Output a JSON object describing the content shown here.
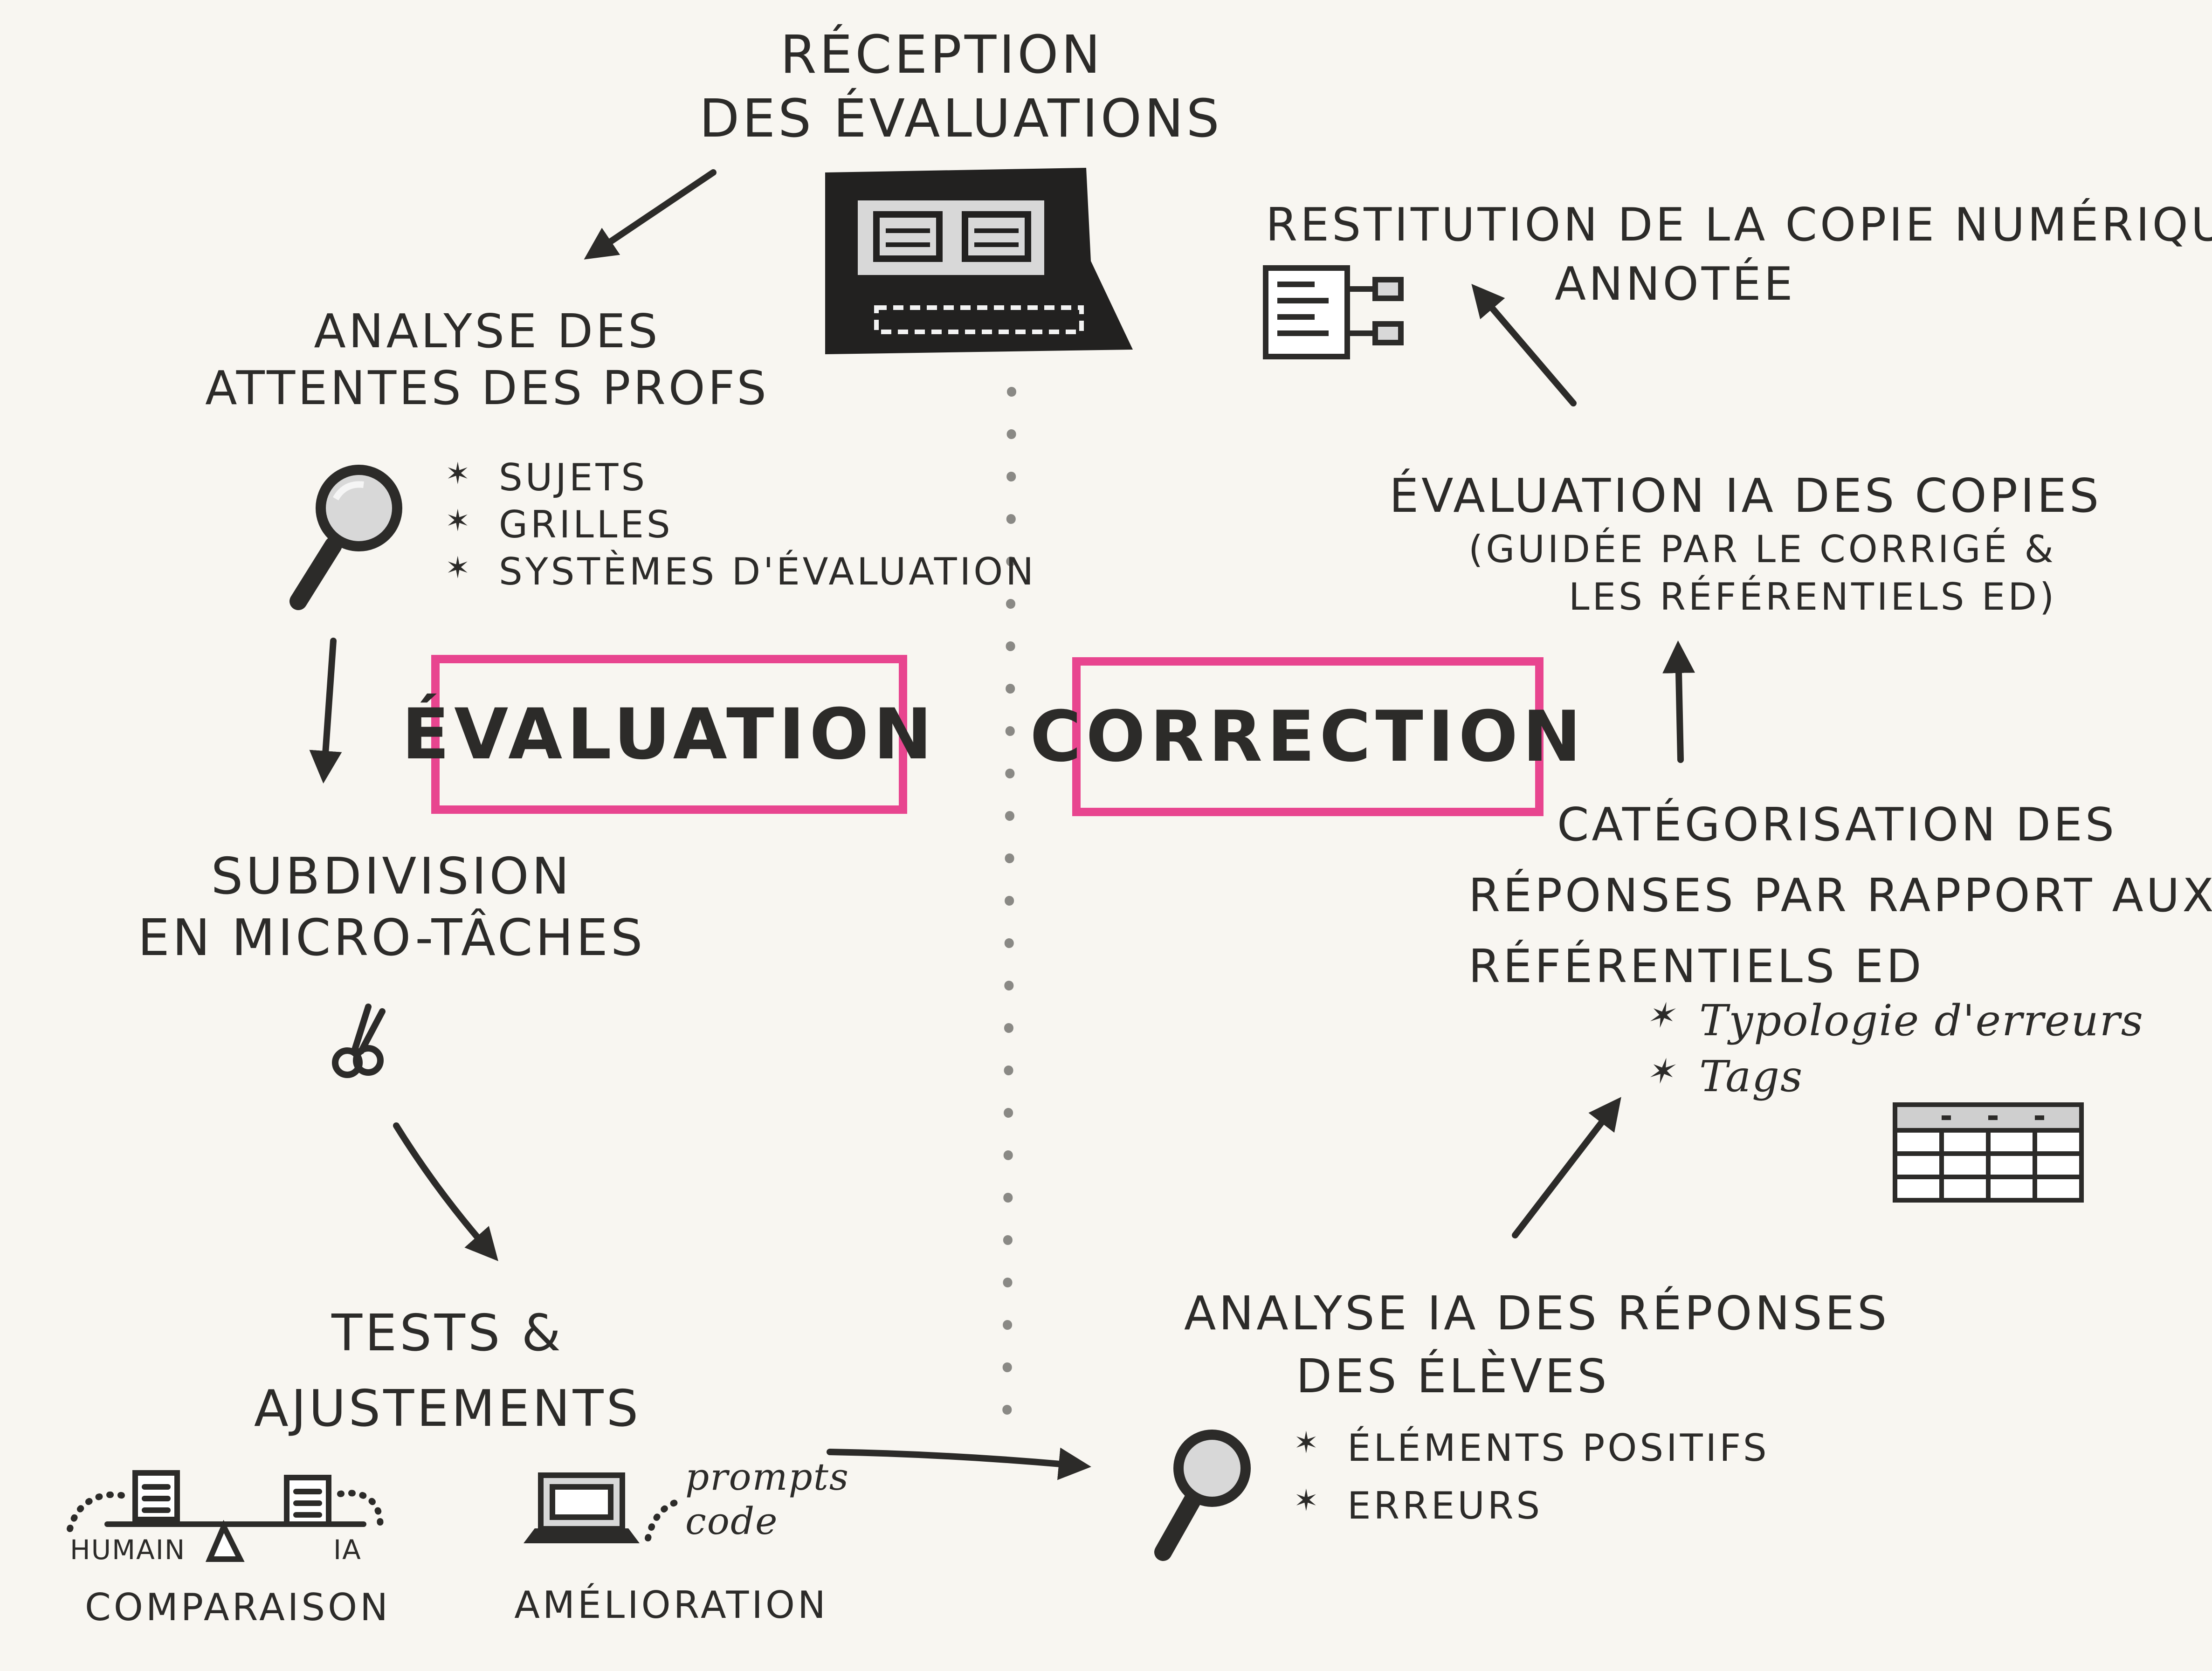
{
  "reception": {
    "line1": "RÉCEPTION",
    "line2": "DES ÉVALUATIONS"
  },
  "analyse_attentes": {
    "line1": "ANALYSE DES",
    "line2": "ATTENTES DES PROFS",
    "items": [
      "SUJETS",
      "GRILLES",
      "SYSTÈMES D'ÉVALUATION"
    ]
  },
  "box_evaluation": "ÉVALUATION",
  "box_correction": "CORRECTION",
  "subdivision": {
    "line1": "SUBDIVISION",
    "line2": "EN MICRO-TÂCHES"
  },
  "tests": {
    "line1": "TESTS &",
    "line2": "AJUSTEMENTS"
  },
  "comparaison": {
    "left": "HUMAIN",
    "right": "IA",
    "title": "COMPARAISON"
  },
  "amelioration": {
    "note1": "prompts",
    "note2": "code",
    "title": "AMÉLIORATION"
  },
  "analyse_ia": {
    "line1": "ANALYSE IA DES RÉPONSES",
    "line2": "DES ÉLÈVES",
    "items": [
      "ÉLÉMENTS POSITIFS",
      "ERREURS"
    ]
  },
  "categorisation": {
    "line1": "CATÉGORISATION DES",
    "line2": "RÉPONSES PAR RAPPORT AUX",
    "line3": "RÉFÉRENTIELS ED",
    "items": [
      "Typologie d'erreurs",
      "Tags"
    ]
  },
  "evaluation_ia": {
    "line1": "ÉVALUATION IA DES COPIES",
    "line2": "(GUIDÉE PAR LE CORRIGÉ &",
    "line3": "LES RÉFÉRENTIELS ED)"
  },
  "restitution": {
    "line1": "RESTITUTION DE LA COPIE NUMÉRIQUE",
    "line2": "ANNOTÉE"
  },
  "colors": {
    "ink": "#2c2b29",
    "accent": "#e8458f",
    "paper": "#f8f6f1",
    "screen": "#d8d8d8"
  },
  "icons": [
    "laptop-icon",
    "magnifier-icon",
    "scissors-icon",
    "balance-icon",
    "document-icon",
    "grid-table-icon",
    "annotated-document-icon"
  ]
}
